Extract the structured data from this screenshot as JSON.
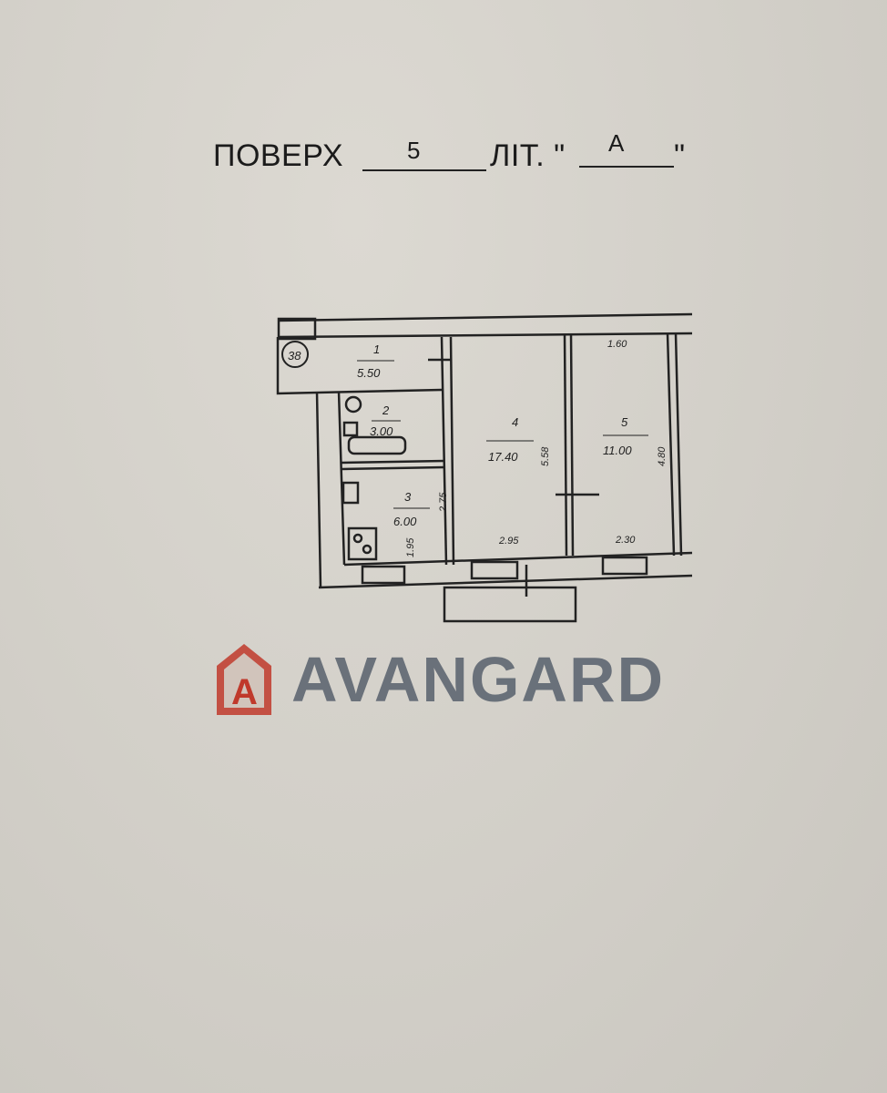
{
  "header": {
    "floor_label": "ПОВЕРХ",
    "floor_value": "5",
    "letter_label": "ЛІТ. \"",
    "letter_value": "А",
    "letter_close": "\""
  },
  "plan": {
    "apartment_number": "38",
    "rooms": [
      {
        "number": "1",
        "area": "5.50"
      },
      {
        "number": "2",
        "area": "3.00"
      },
      {
        "number": "3",
        "area": "6.00"
      },
      {
        "number": "4",
        "area": "17.40"
      },
      {
        "number": "5",
        "area": "11.00"
      }
    ],
    "dimensions": [
      "1.60",
      "5.58",
      "4.80",
      "2.95",
      "2.30",
      "2.75",
      "1.95"
    ]
  },
  "watermark": {
    "text": "AVANGARD",
    "logo_letter": "Â",
    "color": "#c0392b"
  }
}
